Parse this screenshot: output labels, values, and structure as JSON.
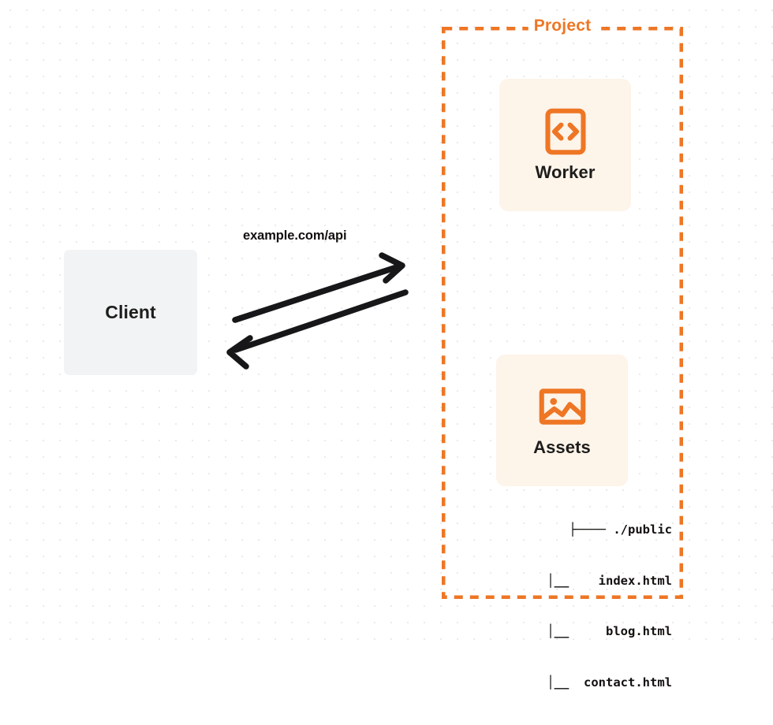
{
  "diagram": {
    "title": "Project",
    "background": {
      "dot_grid": true,
      "dot_color": "#e9ebed",
      "page_color": "#ffffff"
    },
    "colors": {
      "accent_orange": "#ee7624",
      "card_cream": "#fdf4ea",
      "client_gray": "#f2f3f5",
      "text_dark": "#1d1d1b",
      "arrow_black": "#17171a"
    },
    "client": {
      "label": "Client",
      "icon": "none"
    },
    "connection": {
      "label": "example.com/api",
      "request_direction": "client-to-project",
      "response_direction": "project-to-client",
      "arrow_count": 2
    },
    "project": {
      "label": "Project",
      "border_style": "dashed",
      "resources": [
        {
          "label": "Worker",
          "icon": "code-brackets-icon",
          "icon_glyph": "<>"
        },
        {
          "label": "Assets",
          "icon": "image-picture-icon"
        }
      ],
      "file_tree": [
        "├──── ./public",
        "     │__    index.html",
        "     │__     blog.html",
        "     │__  contact.html"
      ]
    }
  }
}
